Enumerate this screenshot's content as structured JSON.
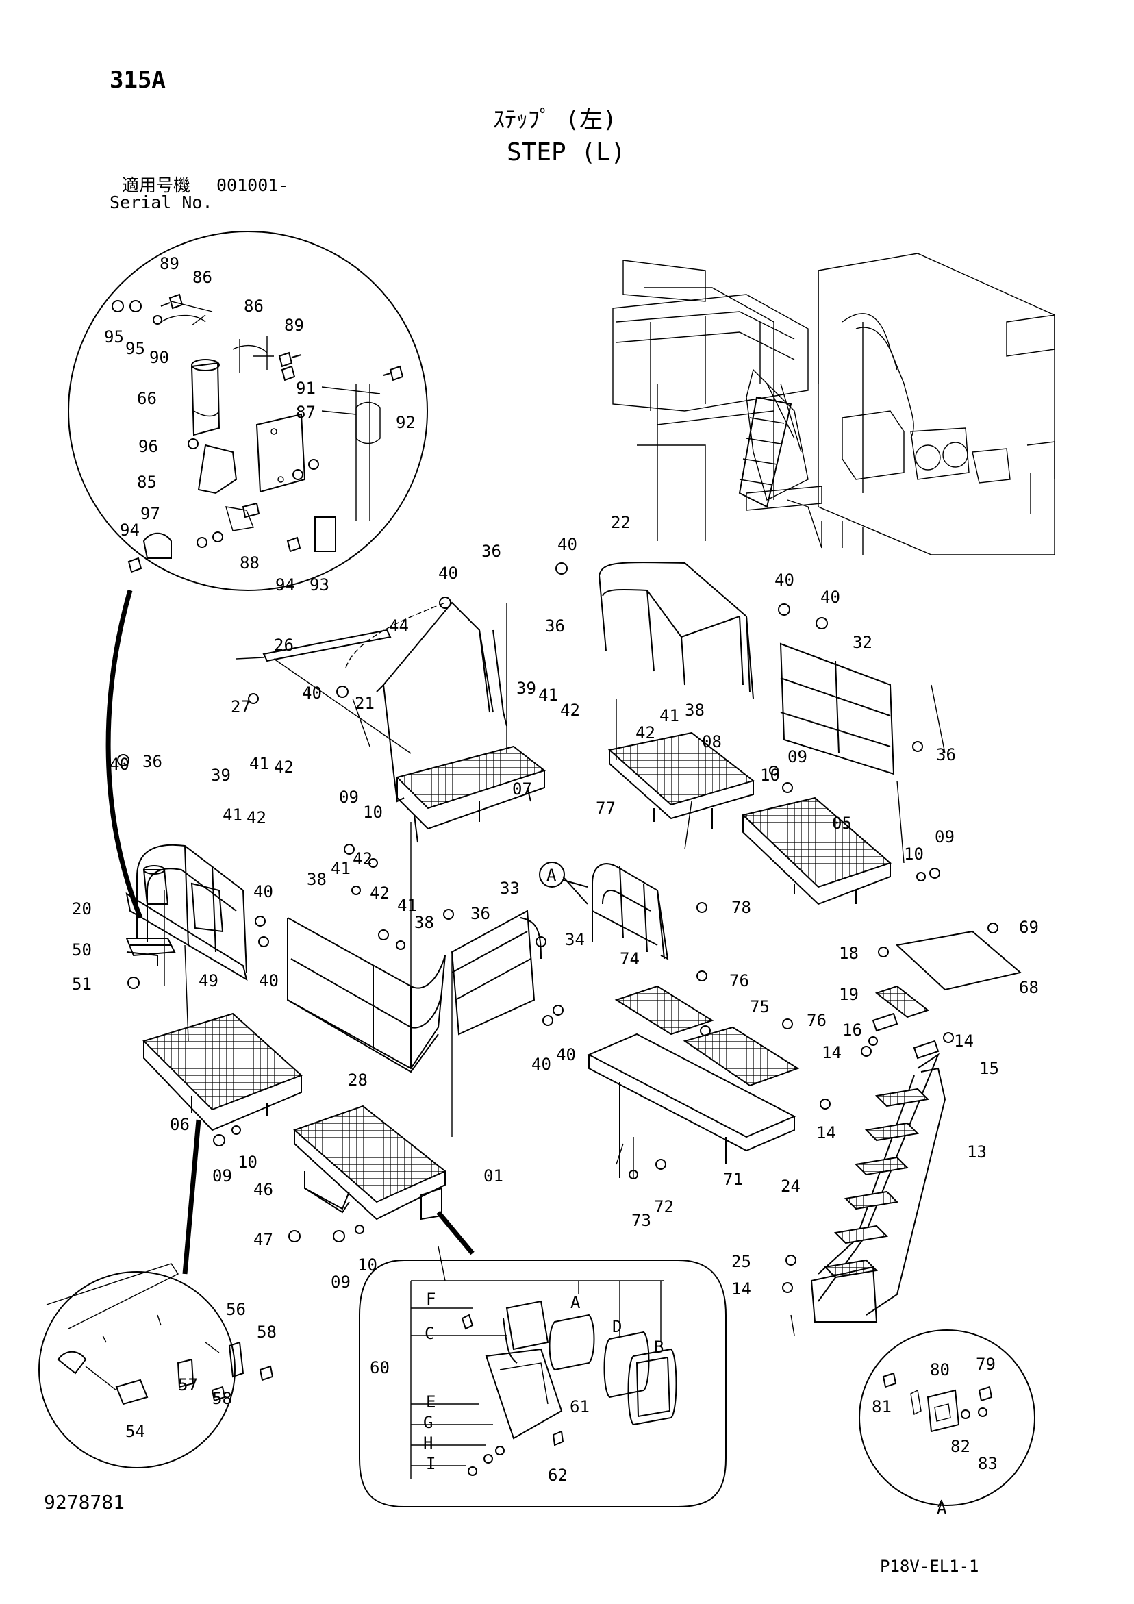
{
  "header": {
    "page_number": "315A",
    "title_ja": "ｽﾃｯﾌﾟ (左)",
    "title_en": "STEP (L)",
    "serial_label_ja": "適用号機",
    "serial_value": "001001-",
    "serial_label_en": "Serial No."
  },
  "footer": {
    "drawing_number": "9278781",
    "page_code": "P18V-EL1-1"
  },
  "callouts": [
    {
      "id": "c89a",
      "text": "89"
    },
    {
      "id": "c86a",
      "text": "86"
    },
    {
      "id": "c86b",
      "text": "86"
    },
    {
      "id": "c95a",
      "text": "95"
    },
    {
      "id": "c95b",
      "text": "95"
    },
    {
      "id": "c90",
      "text": "90"
    },
    {
      "id": "c89b",
      "text": "89"
    },
    {
      "id": "c66",
      "text": "66"
    },
    {
      "id": "c91",
      "text": "91"
    },
    {
      "id": "c92",
      "text": "92"
    },
    {
      "id": "c87",
      "text": "87"
    },
    {
      "id": "c96",
      "text": "96"
    },
    {
      "id": "c85",
      "text": "85"
    },
    {
      "id": "c97",
      "text": "97"
    },
    {
      "id": "c94a",
      "text": "94"
    },
    {
      "id": "c88",
      "text": "88"
    },
    {
      "id": "c94b",
      "text": "94"
    },
    {
      "id": "c93",
      "text": "93"
    },
    {
      "id": "c40a",
      "text": "40"
    },
    {
      "id": "c22",
      "text": "22"
    },
    {
      "id": "c36a",
      "text": "36"
    },
    {
      "id": "c40b",
      "text": "40"
    },
    {
      "id": "c44",
      "text": "44"
    },
    {
      "id": "c36b",
      "text": "36"
    },
    {
      "id": "c40c",
      "text": "40"
    },
    {
      "id": "c40d",
      "text": "40"
    },
    {
      "id": "c32",
      "text": "32"
    },
    {
      "id": "c26",
      "text": "26"
    },
    {
      "id": "c27",
      "text": "27"
    },
    {
      "id": "c40e",
      "text": "40"
    },
    {
      "id": "c39a",
      "text": "39"
    },
    {
      "id": "c41a",
      "text": "41"
    },
    {
      "id": "c42a",
      "text": "42"
    },
    {
      "id": "c42b",
      "text": "42"
    },
    {
      "id": "c41b",
      "text": "41"
    },
    {
      "id": "c38a",
      "text": "38"
    },
    {
      "id": "c21",
      "text": "21"
    },
    {
      "id": "c08",
      "text": "08"
    },
    {
      "id": "c36c",
      "text": "36"
    },
    {
      "id": "c10a",
      "text": "10"
    },
    {
      "id": "c09a",
      "text": "09"
    },
    {
      "id": "c07",
      "text": "07"
    },
    {
      "id": "c09b",
      "text": "09"
    },
    {
      "id": "c10b",
      "text": "10"
    },
    {
      "id": "c05",
      "text": "05"
    },
    {
      "id": "c40f",
      "text": "40"
    },
    {
      "id": "c36d",
      "text": "36"
    },
    {
      "id": "c39b",
      "text": "39"
    },
    {
      "id": "c41c",
      "text": "41"
    },
    {
      "id": "c42c",
      "text": "42"
    },
    {
      "id": "c41d",
      "text": "41"
    },
    {
      "id": "c42d",
      "text": "42"
    },
    {
      "id": "c77",
      "text": "77"
    },
    {
      "id": "c10c",
      "text": "10"
    },
    {
      "id": "c09c",
      "text": "09"
    },
    {
      "id": "c20",
      "text": "20"
    },
    {
      "id": "c40g",
      "text": "40"
    },
    {
      "id": "c38b",
      "text": "38"
    },
    {
      "id": "c41e",
      "text": "41"
    },
    {
      "id": "c42e",
      "text": "42"
    },
    {
      "id": "c42f",
      "text": "42"
    },
    {
      "id": "c33",
      "text": "33"
    },
    {
      "id": "cA1",
      "text": "A"
    },
    {
      "id": "c50",
      "text": "50"
    },
    {
      "id": "c36e",
      "text": "36"
    },
    {
      "id": "c41f",
      "text": "41"
    },
    {
      "id": "c38c",
      "text": "38"
    },
    {
      "id": "c78",
      "text": "78"
    },
    {
      "id": "c49",
      "text": "49"
    },
    {
      "id": "c40h",
      "text": "40"
    },
    {
      "id": "c34",
      "text": "34"
    },
    {
      "id": "c69",
      "text": "69"
    },
    {
      "id": "c51",
      "text": "51"
    },
    {
      "id": "c74",
      "text": "74"
    },
    {
      "id": "c18",
      "text": "18"
    },
    {
      "id": "c76a",
      "text": "76"
    },
    {
      "id": "c68",
      "text": "68"
    },
    {
      "id": "c19",
      "text": "19"
    },
    {
      "id": "c75",
      "text": "75"
    },
    {
      "id": "c76b",
      "text": "76"
    },
    {
      "id": "c16",
      "text": "16"
    },
    {
      "id": "c14a",
      "text": "14"
    },
    {
      "id": "c40i",
      "text": "40"
    },
    {
      "id": "c40j",
      "text": "40"
    },
    {
      "id": "c14b",
      "text": "14"
    },
    {
      "id": "c15",
      "text": "15"
    },
    {
      "id": "c28",
      "text": "28"
    },
    {
      "id": "c06",
      "text": "06"
    },
    {
      "id": "c14c",
      "text": "14"
    },
    {
      "id": "c09d",
      "text": "09"
    },
    {
      "id": "c10d",
      "text": "10"
    },
    {
      "id": "c13",
      "text": "13"
    },
    {
      "id": "c01",
      "text": "01"
    },
    {
      "id": "c71",
      "text": "71"
    },
    {
      "id": "c24",
      "text": "24"
    },
    {
      "id": "c46",
      "text": "46"
    },
    {
      "id": "c73",
      "text": "73"
    },
    {
      "id": "c72",
      "text": "72"
    },
    {
      "id": "c47",
      "text": "47"
    },
    {
      "id": "c09e",
      "text": "09"
    },
    {
      "id": "c10e",
      "text": "10"
    },
    {
      "id": "c25",
      "text": "25"
    },
    {
      "id": "c14d",
      "text": "14"
    },
    {
      "id": "c56",
      "text": "56"
    },
    {
      "id": "c58a",
      "text": "58"
    },
    {
      "id": "c57",
      "text": "57"
    },
    {
      "id": "c58b",
      "text": "58"
    },
    {
      "id": "c54",
      "text": "54"
    },
    {
      "id": "cF",
      "text": "F"
    },
    {
      "id": "cAa",
      "text": "A"
    },
    {
      "id": "cC",
      "text": "C"
    },
    {
      "id": "cD",
      "text": "D"
    },
    {
      "id": "cB",
      "text": "B"
    },
    {
      "id": "c60",
      "text": "60"
    },
    {
      "id": "cE",
      "text": "E"
    },
    {
      "id": "cG",
      "text": "G"
    },
    {
      "id": "cH",
      "text": "H"
    },
    {
      "id": "cI",
      "text": "I"
    },
    {
      "id": "c61",
      "text": "61"
    },
    {
      "id": "c62",
      "text": "62"
    },
    {
      "id": "c80",
      "text": "80"
    },
    {
      "id": "c79",
      "text": "79"
    },
    {
      "id": "c81",
      "text": "81"
    },
    {
      "id": "c82",
      "text": "82"
    },
    {
      "id": "c83",
      "text": "83"
    },
    {
      "id": "cA2",
      "text": "A"
    }
  ]
}
